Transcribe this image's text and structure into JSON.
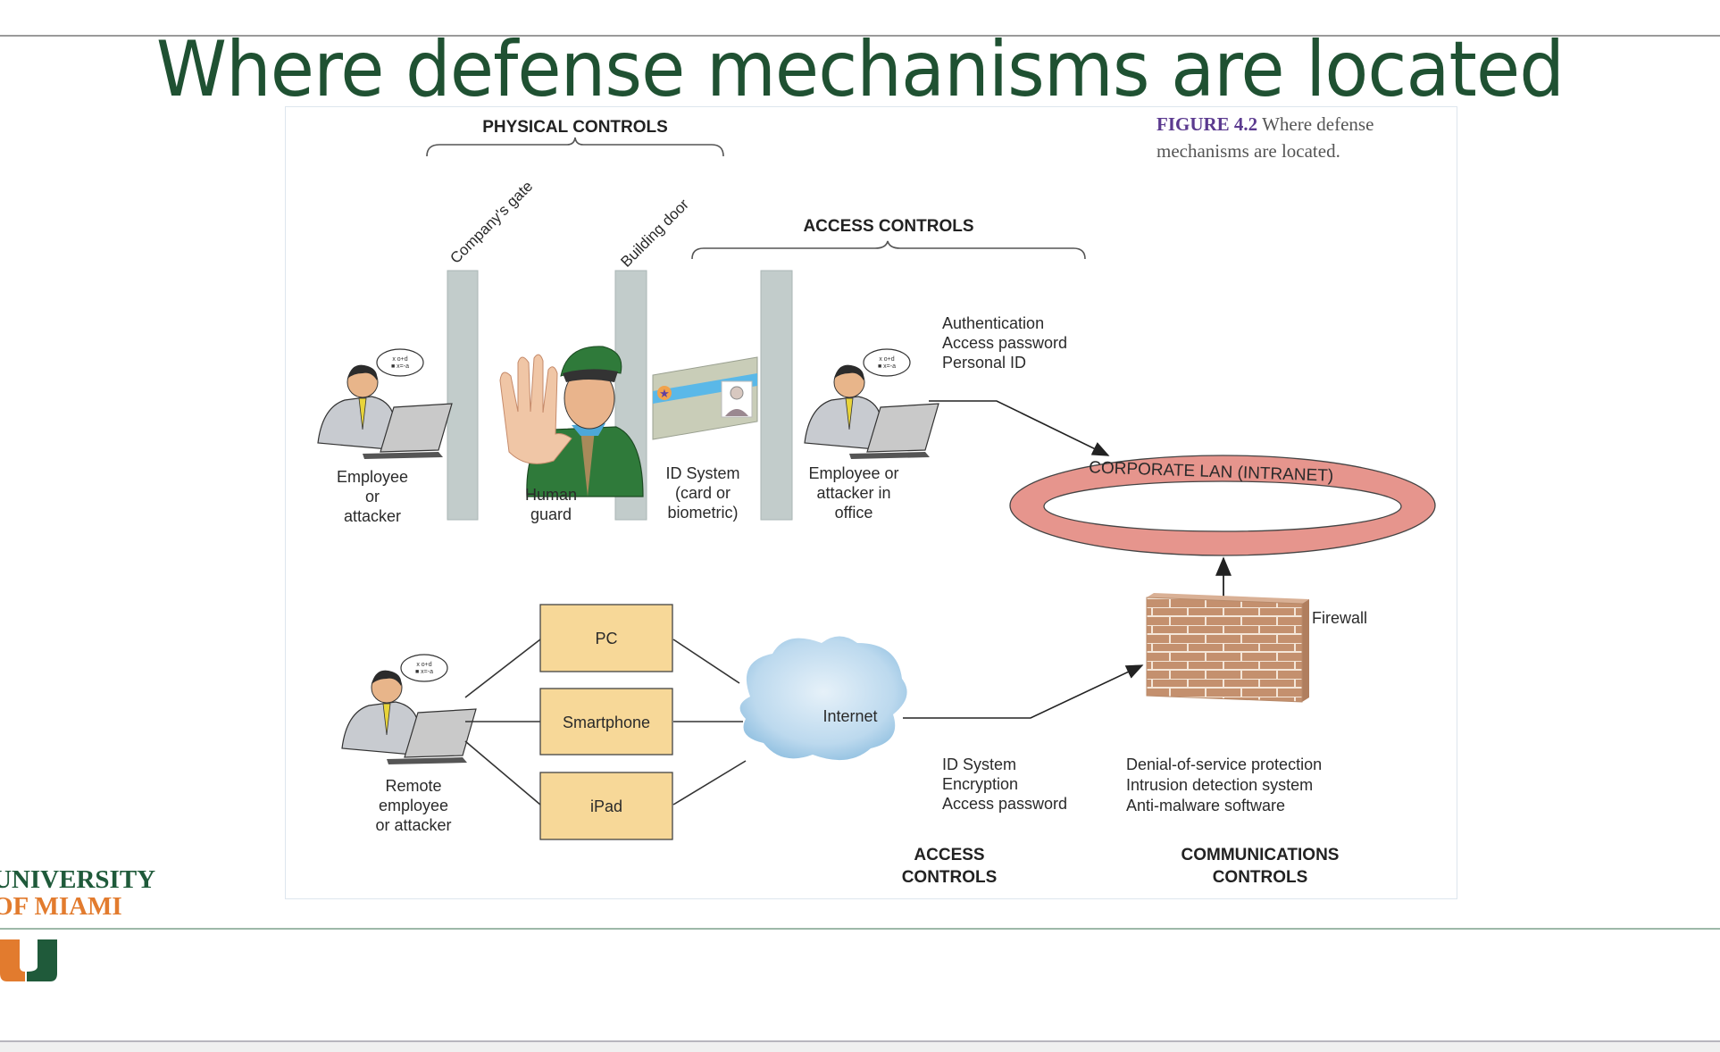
{
  "slide": {
    "title": "Where defense mechanisms are located"
  },
  "figure": {
    "caption_number": "FIGURE 4.2",
    "caption_text_line1": "Where defense",
    "caption_text_line2": "mechanisms are located.",
    "physical_controls_label": "PHYSICAL CONTROLS",
    "access_controls_top_label": "ACCESS CONTROLS",
    "gate_label": "Company's gate",
    "door_label": "Building door",
    "employee_label": [
      "Employee",
      "or",
      "attacker"
    ],
    "guard_label": [
      "Human",
      "guard"
    ],
    "id_system_label": [
      "ID System",
      "(card or",
      "biometric)"
    ],
    "office_employee_label": [
      "Employee or",
      "attacker in",
      "office"
    ],
    "auth_list": [
      "Authentication",
      "Access password",
      "Personal ID"
    ],
    "lan_label": "CORPORATE LAN (INTRANET)",
    "firewall_label": "Firewall",
    "devices": [
      "PC",
      "Smartphone",
      "iPad"
    ],
    "internet_label": "Internet",
    "remote_label": [
      "Remote",
      "employee",
      "or attacker"
    ],
    "access_list": [
      "ID System",
      "Encryption",
      "Access password"
    ],
    "comm_list": [
      "Denial-of-service protection",
      "Intrusion detection system",
      "Anti-malware software"
    ],
    "access_controls_bottom_label": [
      "ACCESS",
      "CONTROLS"
    ],
    "comm_controls_label": [
      "COMMUNICATIONS",
      "CONTROLS"
    ],
    "colors": {
      "pillar": "#c2cccb",
      "lan_ring": "#e6958d",
      "device_box": "#f7d898",
      "brick": "#c4906e",
      "cloud": "#cfe4f2"
    }
  },
  "branding": {
    "line1": "UNIVERSITY",
    "line2": "OF MIAMI",
    "green": "#1f5a3a",
    "orange": "#e27b2e"
  }
}
